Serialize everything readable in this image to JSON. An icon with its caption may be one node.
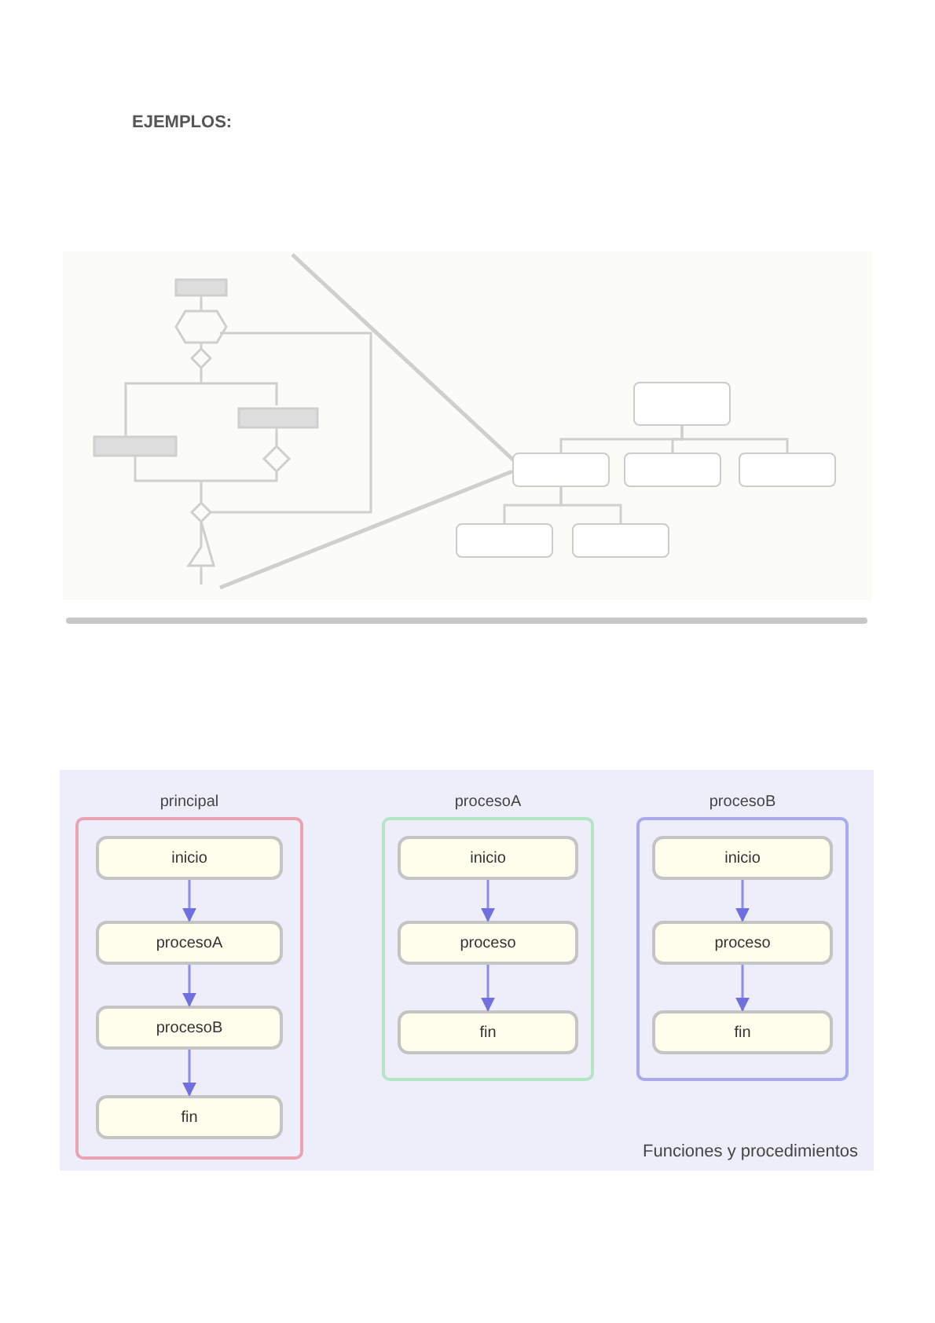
{
  "diagram": {
    "title": "EJEMPLOS:",
    "nodes": [
      {
        "text": [],
        "shape": "box"
      },
      {
        "text": [],
        "shape": "box"
      },
      {
        "text": [],
        "shape": "box"
      },
      {
        "text": [],
        "shape": "box"
      },
      {
        "text": [],
        "shape": "box"
      },
      {
        "text": [],
        "shape": "box"
      },
      {
        "text": [
          "Funciones y procedimientos"
        ]
      },
      {
        "text": [
          "principal"
        ],
        "in": 6
      },
      {
        "text": [
          "inicio"
        ],
        "in": 7
      },
      {
        "text": [
          "procesoA"
        ],
        "in": 7
      },
      {
        "text": [
          "procesoB"
        ],
        "in": 7
      },
      {
        "text": [
          "fin"
        ],
        "in": 7
      },
      {
        "text": [
          "procesoA"
        ],
        "in": 6
      },
      {
        "text": [
          "inicio"
        ],
        "in": 12
      },
      {
        "text": [
          "proceso"
        ],
        "in": 12
      },
      {
        "text": [
          "fin"
        ],
        "in": 12
      },
      {
        "text": [
          "procesoB"
        ],
        "in": 6
      },
      {
        "text": [
          "inicio"
        ],
        "in": 16
      },
      {
        "text": [
          "proceso"
        ],
        "in": 16
      },
      {
        "text": [
          "fin"
        ],
        "in": 16
      }
    ],
    "edges": [
      {
        "from": 0,
        "to": 1,
        "arrow": "none"
      },
      {
        "from": 0,
        "to": 2,
        "arrow": "none"
      },
      {
        "from": 0,
        "to": 3,
        "arrow": "none"
      },
      {
        "from": 1,
        "to": 4,
        "arrow": "none"
      },
      {
        "from": 1,
        "to": 5,
        "arrow": "none"
      },
      {
        "from": 8,
        "to": 9,
        "arrow": "to"
      },
      {
        "from": 9,
        "to": 10,
        "arrow": "to"
      },
      {
        "from": 10,
        "to": 11,
        "arrow": "to"
      },
      {
        "from": 13,
        "to": 14,
        "arrow": "to"
      },
      {
        "from": 14,
        "to": 15,
        "arrow": "to"
      },
      {
        "from": 17,
        "to": 18,
        "arrow": "to"
      },
      {
        "from": 18,
        "to": 19,
        "arrow": "to"
      }
    ]
  }
}
